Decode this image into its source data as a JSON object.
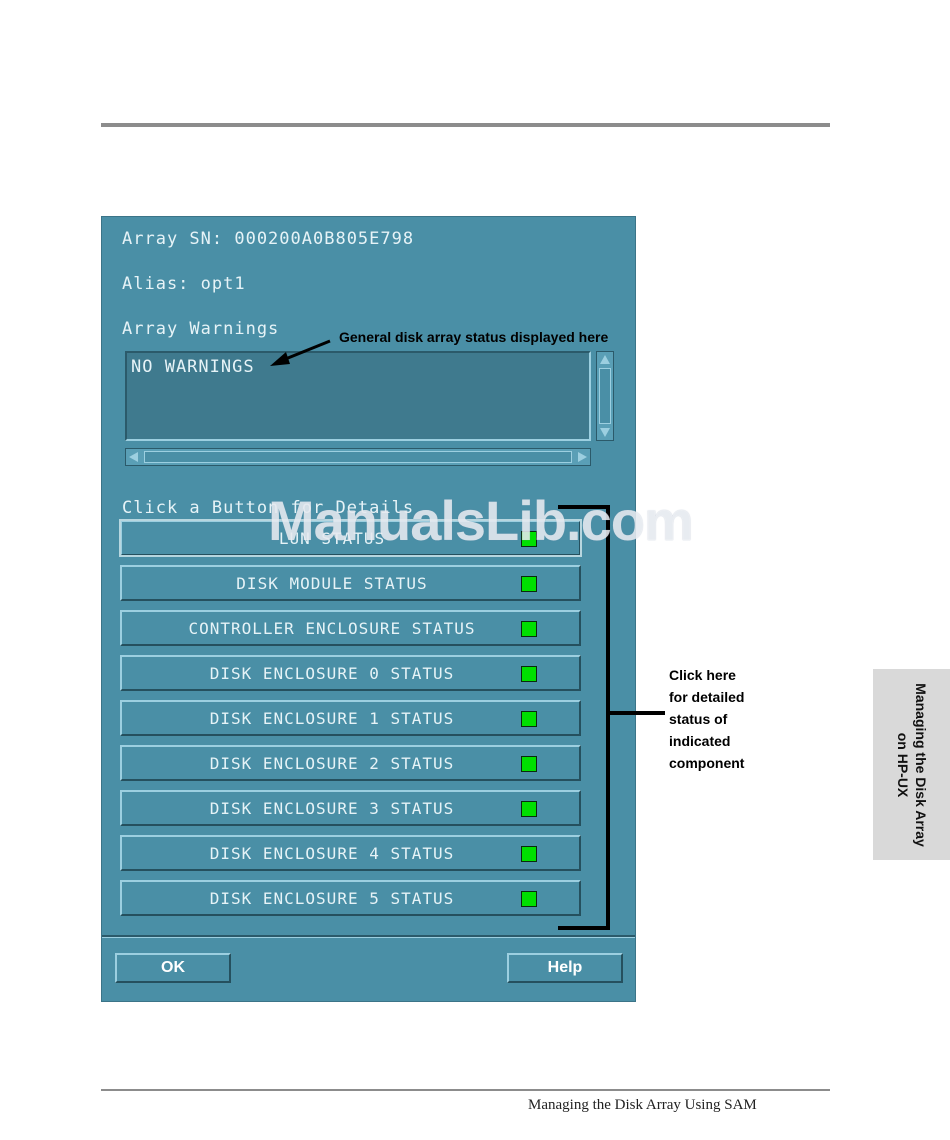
{
  "dialog": {
    "array_sn": "Array SN: 000200A0B805E798",
    "alias": "Alias: opt1",
    "warnings_label": "Array Warnings",
    "warnings_text": "NO WARNINGS",
    "click_prompt": "Click a Button for Details",
    "status_buttons": [
      {
        "label": "LUN STATUS",
        "status": "ok"
      },
      {
        "label": "DISK MODULE STATUS",
        "status": "ok"
      },
      {
        "label": "CONTROLLER ENCLOSURE STATUS",
        "status": "ok"
      },
      {
        "label": "DISK ENCLOSURE 0 STATUS",
        "status": "ok"
      },
      {
        "label": "DISK ENCLOSURE 1 STATUS",
        "status": "ok"
      },
      {
        "label": "DISK ENCLOSURE 2 STATUS",
        "status": "ok"
      },
      {
        "label": "DISK ENCLOSURE 3 STATUS",
        "status": "ok"
      },
      {
        "label": "DISK ENCLOSURE 4 STATUS",
        "status": "ok"
      },
      {
        "label": "DISK ENCLOSURE 5 STATUS",
        "status": "ok"
      }
    ],
    "ok_label": "OK",
    "help_label": "Help"
  },
  "annotations": {
    "status_callout": "General disk array status displayed here",
    "buttons_callout": [
      "Click here",
      "for detailed",
      "status of",
      "indicated",
      "component"
    ]
  },
  "side_tab": {
    "line1": "Managing the Disk Array",
    "line2": "on HP-UX"
  },
  "footer": {
    "text": "Managing the Disk Array Using SAM"
  },
  "watermark": "ManualsLib.com",
  "colors": {
    "dialog_bg": "#4a8fa6",
    "status_led": "#00e000"
  }
}
